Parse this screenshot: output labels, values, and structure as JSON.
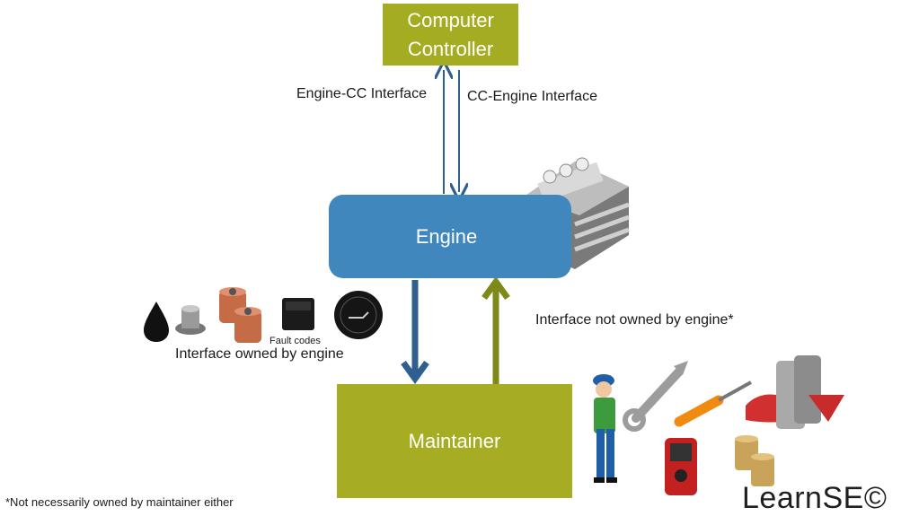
{
  "nodes": {
    "computer_controller": {
      "line1": "Computer",
      "line2": "Controller"
    },
    "engine": "Engine",
    "maintainer": "Maintainer"
  },
  "labels": {
    "engine_cc": "Engine-CC Interface",
    "cc_engine": "CC-Engine Interface",
    "not_owned": "Interface not owned by engine*",
    "owned": "Interface owned by engine",
    "fault_codes": "Fault codes",
    "footnote": "*Not necessarily owned by maintainer either",
    "logo": "LearnSE©"
  },
  "icons": {
    "engine_image": "engine-icon",
    "oil_drop": "oil-drop-icon",
    "drain_plug": "drain-plug-icon",
    "oil_filters": "oil-filter-icon",
    "connector": "diagnostic-connector-icon",
    "oil_cap": "oil-cap-icon",
    "mechanic": "mechanic-icon",
    "wrench": "wrench-icon",
    "screwdriver": "screwdriver-icon",
    "oil_jugs": "oil-jug-icon",
    "scanner": "obd-scanner-icon",
    "filters_small": "oil-filter-icon"
  },
  "colors": {
    "olive": "#a4ac22",
    "blue": "#3f87bd",
    "arrow_blue": "#2f5f8f",
    "arrow_olive": "#7d8a1a"
  }
}
